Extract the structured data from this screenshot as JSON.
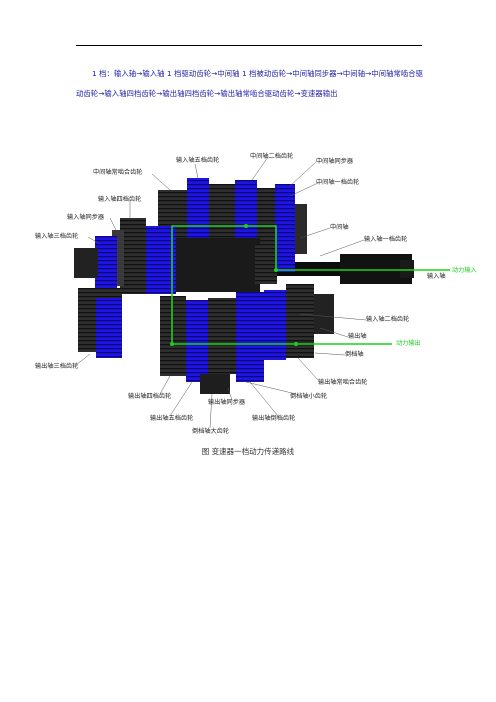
{
  "document": {
    "paragraph": "1 档：输入轴→输入轴 1 档驱动齿轮→中间轴 1 档被动齿轮→中间轴同步器→中间轴→中间轴常啮合驱动齿轮→输入轴四档齿轮→输出轴四档齿轮→输出轴常啮合驱动齿轮→变速器输出",
    "caption": "图   变速器一档动力传递路线"
  },
  "figure": {
    "colors": {
      "gear_blue": "#1f14e6",
      "gear_dark": "#2a2a2a",
      "shaft_black": "#0c0c0c",
      "path_green": "#1dd11d"
    },
    "labels": {
      "input_5th_gear": "输入轴五档齿轮",
      "counter_2nd_gear": "中间轴二档齿轮",
      "counter_synchronizer": "中间轴同步器",
      "counter_constant_mesh_gear": "中间轴常啮合齿轮",
      "counter_1st_gear": "中间轴一档齿轮",
      "input_4th_gear": "输入轴四档齿轮",
      "input_synchronizer": "输入轴同步器",
      "input_3rd_gear": "输入轴三档齿轮",
      "countershaft": "中间轴",
      "input_1st_gear": "输入轴一档齿轮",
      "input_shaft": "输入轴",
      "power_input": "动力输入",
      "input_2nd_gear": "输入轴二档齿轮",
      "output_shaft": "输出轴",
      "power_output": "动力输出",
      "output_3rd_gear": "输出轴三档齿轮",
      "reverse_shaft": "倒档轴",
      "output_constant_mesh_gear": "输出轴常啮合齿轮",
      "output_4th_gear": "输出轴四档齿轮",
      "reverse_small_gear": "倒档轴小齿轮",
      "output_synchronizer": "输出轴同步器",
      "output_5th_gear": "输出轴五档齿轮",
      "output_reverse_gear": "输出轴倒档齿轮",
      "reverse_large_gear": "倒档轴大齿轮"
    }
  }
}
